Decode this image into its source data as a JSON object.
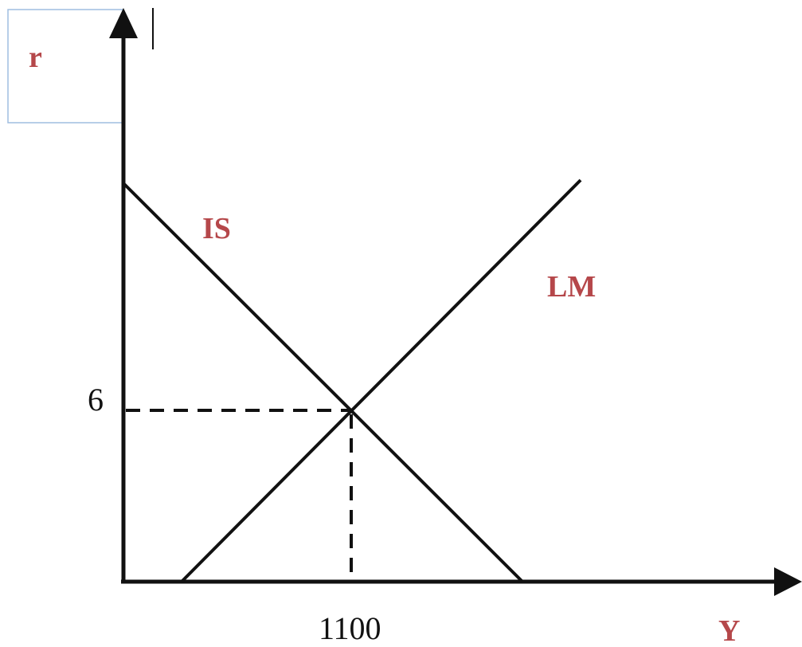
{
  "diagram": {
    "title": "",
    "y_axis_label": "r",
    "x_axis_label": "Y",
    "curves": {
      "is": {
        "label": "IS"
      },
      "lm": {
        "label": "LM"
      }
    },
    "equilibrium": {
      "r_value": "6",
      "y_value": "1100"
    }
  },
  "colors": {
    "curve_label": "#b5474a",
    "axis_label_box_border": "#9fbde0",
    "lines": "#111111",
    "background": "#ffffff"
  }
}
